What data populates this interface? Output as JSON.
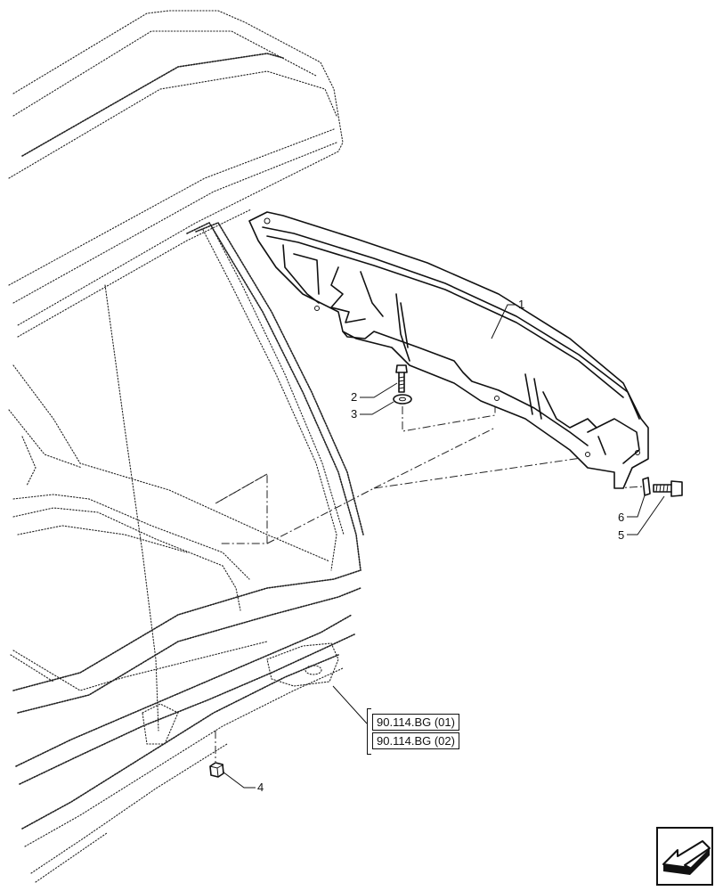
{
  "callouts": [
    "1",
    "2",
    "3",
    "4",
    "5",
    "6"
  ],
  "references": [
    "90.114.BG (01)",
    "90.114.BG (02)"
  ],
  "navigation": {
    "icon": "arrow-back-icon"
  }
}
